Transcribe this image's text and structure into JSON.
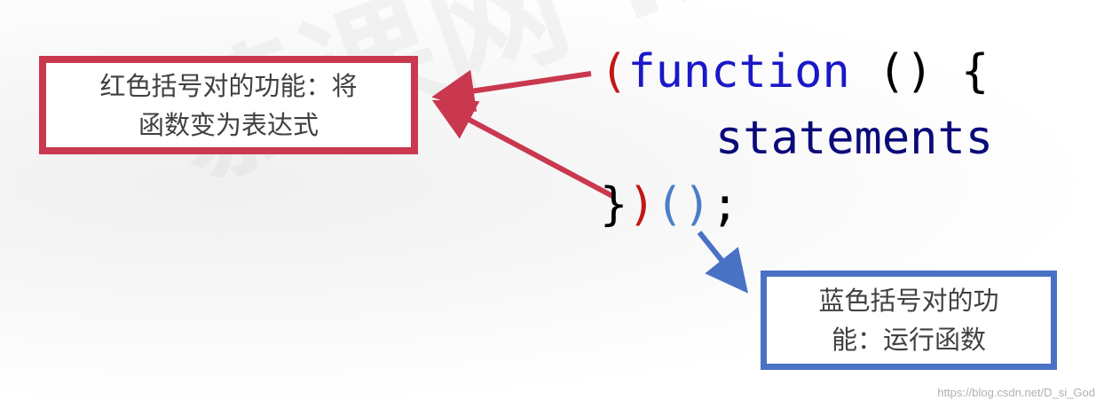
{
  "watermark": "慕课网 imooc.com",
  "code": {
    "line1": {
      "open_paren": "(",
      "keyword": "function",
      "params": " () {"
    },
    "line2": {
      "body": "statements"
    },
    "line3": {
      "close_brace": "}",
      "close_paren": ")",
      "invoke": "()",
      "semicolon": ";"
    }
  },
  "red_callout": {
    "line1": "红色括号对的功能：将",
    "line2": "函数变为表达式"
  },
  "blue_callout": {
    "line1": "蓝色括号对的功",
    "line2": "能：运行函数"
  },
  "credit": "https://blog.csdn.net/D_si_God",
  "colors": {
    "red": "#c9384f",
    "blue": "#4a72c4",
    "code_keyword": "#1a18c8",
    "code_body": "#0a0a7a",
    "paren_red": "#c21818",
    "paren_blue": "#4a7ec8"
  }
}
